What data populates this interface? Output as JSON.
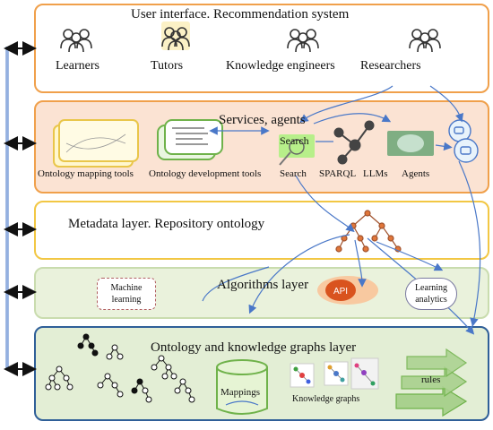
{
  "layers": {
    "ui": {
      "title": "User interface. Recommendation system",
      "roles": [
        "Learners",
        "Tutors",
        "Knowledge engineers",
        "Researchers"
      ]
    },
    "services": {
      "title": "Services, agents",
      "items": [
        "Ontology mapping tools",
        "Ontology development tools",
        "Search",
        "SPARQL",
        "LLMs",
        "Agents"
      ],
      "search_badge": "Search"
    },
    "metadata": {
      "title": "Metadata layer. Repository ontology"
    },
    "algorithms": {
      "title": "Algorithms layer",
      "machine_learning": [
        "Machine",
        "learning"
      ],
      "api": "API",
      "learning_analytics": [
        "Learning",
        "analytics"
      ]
    },
    "ontology": {
      "title": "Ontology and knowledge graphs layer",
      "mappings": "Mappings",
      "knowledge_graphs": "Knowledge graphs",
      "rules": "rules"
    }
  },
  "colors": {
    "orange_border": "#f0a04b",
    "yellow_border": "#f2c744",
    "green_border": "#c9dcae",
    "blue_border": "#2f5f98",
    "services_fill": "#fbe3d3",
    "algorithms_fill": "#eaf2dc",
    "ontology_fill": "#e3eed5",
    "arrow_blue": "#4a78c8"
  },
  "icons": [
    "person-group-icon",
    "tree-icon",
    "database-icon",
    "knowledge-graph-icon",
    "api-cloud-icon",
    "brain-icon",
    "robot-icon",
    "arrow-icon"
  ]
}
